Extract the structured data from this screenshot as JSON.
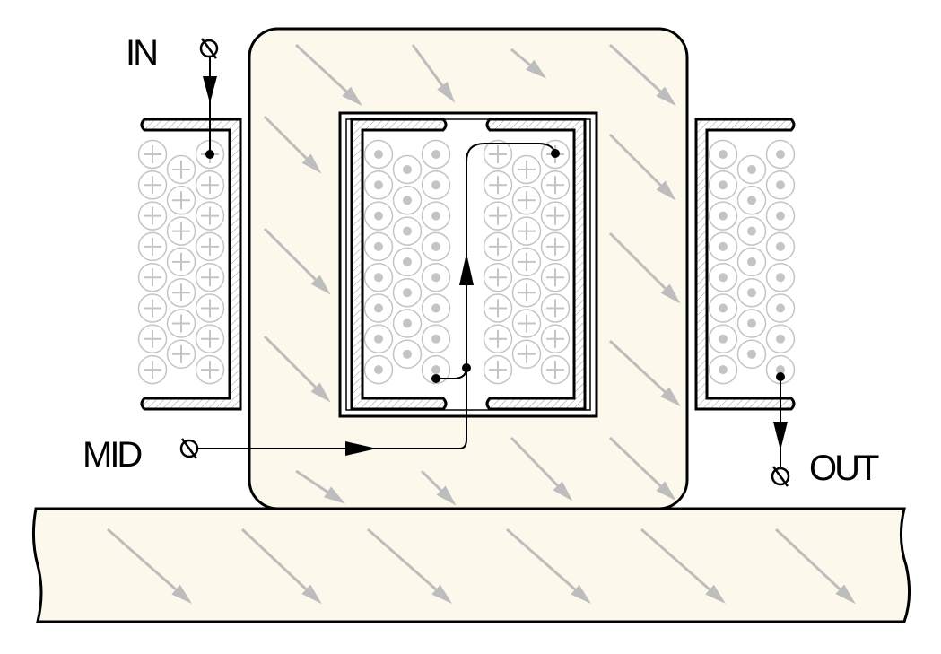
{
  "labels": {
    "input": "IN",
    "middle": "MID",
    "output": "OUT"
  },
  "colors": {
    "core": "#fdf8ec",
    "flux_arrow": "#bdbdbd",
    "coil": "#c4c4c4",
    "line": "#000000"
  },
  "winding_markers": {
    "left_outer": "cross",
    "center_left": "dot",
    "center_right": "cross",
    "right_outer": "dot"
  }
}
